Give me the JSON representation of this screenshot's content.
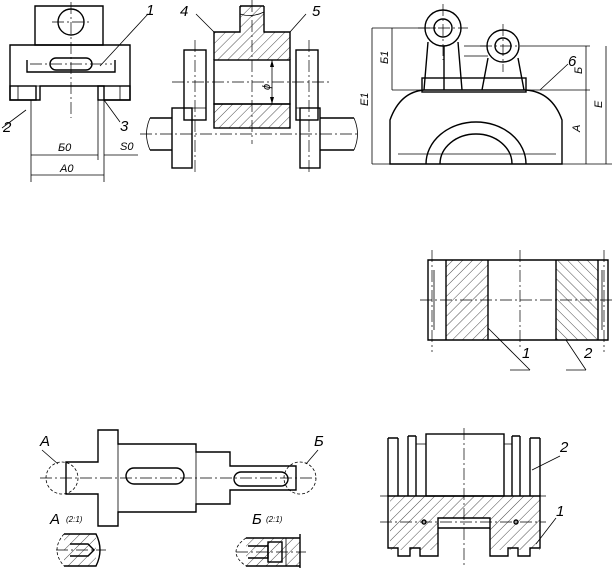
{
  "labels": {
    "n1": "1",
    "n2": "2",
    "n3": "3",
    "n4": "4",
    "n5": "5",
    "n6": "6",
    "b0": "Б0",
    "a0": "А0",
    "s0": "S0",
    "e1": "Е1",
    "b1": "Б1",
    "b": "Б",
    "e": "Е",
    "a": "А",
    "phi": "ϕ",
    "mid_1": "1",
    "mid_2": "2",
    "sh_a": "А",
    "sh_b": "Б",
    "detail_a": "А",
    "detail_a_scale": "(2:1)",
    "detail_b": "Б",
    "detail_b_scale": "(2:1)",
    "br_2": "2",
    "br_1": "1"
  }
}
